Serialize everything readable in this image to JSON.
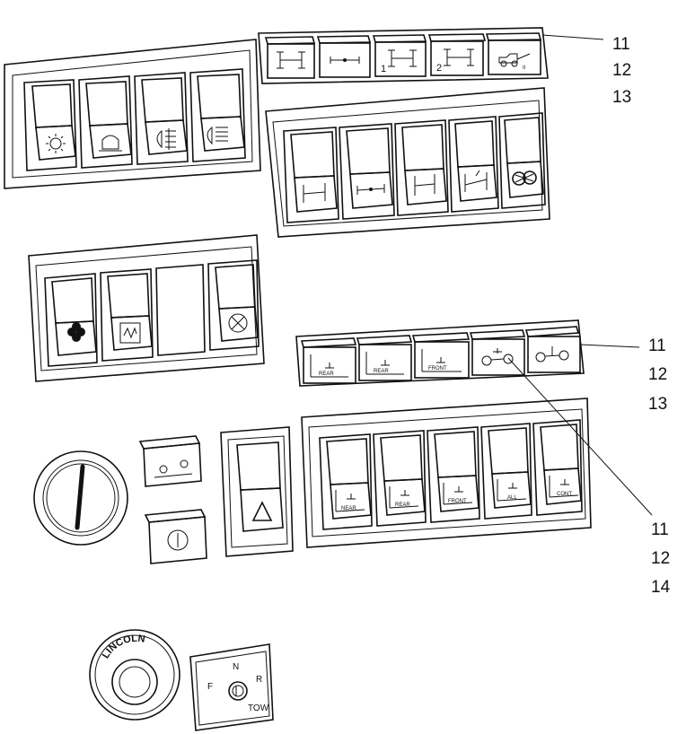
{
  "callouts": {
    "top": [
      "11",
      "12",
      "13"
    ],
    "middle": [
      "11",
      "12",
      "13"
    ],
    "lower": [
      "11",
      "12",
      "14"
    ]
  },
  "labels": {
    "switch_rear_1": "REAR",
    "switch_rear_2": "REAR",
    "switch_front": "FRONT",
    "rocker_near": "NEAR",
    "rocker_rear": "REAR",
    "rocker_front": "FRONT",
    "rocker_all": "ALL",
    "rocker_cont": "CONT",
    "axle_small_1": "1",
    "axle_small_2": "2",
    "tow_indicator": "II",
    "knob_brand": "LINCOLN",
    "selector_n": "N",
    "selector_f": "F",
    "selector_r": "R",
    "selector_tow": "TOW"
  }
}
